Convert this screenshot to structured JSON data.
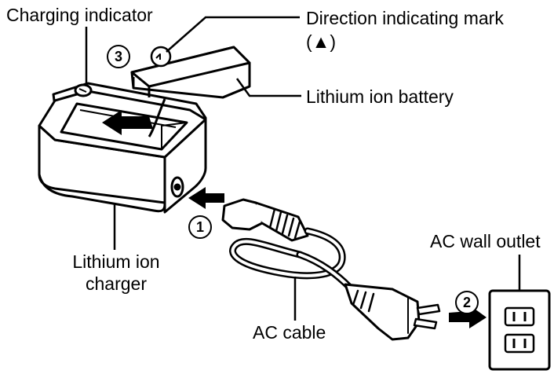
{
  "labels": {
    "charging_indicator": "Charging indicator",
    "direction_mark_line1": "Direction indicating mark",
    "direction_mark_line2": "(▲)",
    "battery": "Lithium ion battery",
    "charger_line1": "Lithium ion",
    "charger_line2": "charger",
    "ac_cable": "AC cable",
    "ac_wall_outlet": "AC wall outlet"
  },
  "steps": {
    "step1": "1",
    "step2": "2",
    "step3": "3"
  },
  "icons": {
    "insert_arrow": "arrow-left",
    "plug_arrow": "arrow-right",
    "direction_mark": "triangle-up"
  }
}
